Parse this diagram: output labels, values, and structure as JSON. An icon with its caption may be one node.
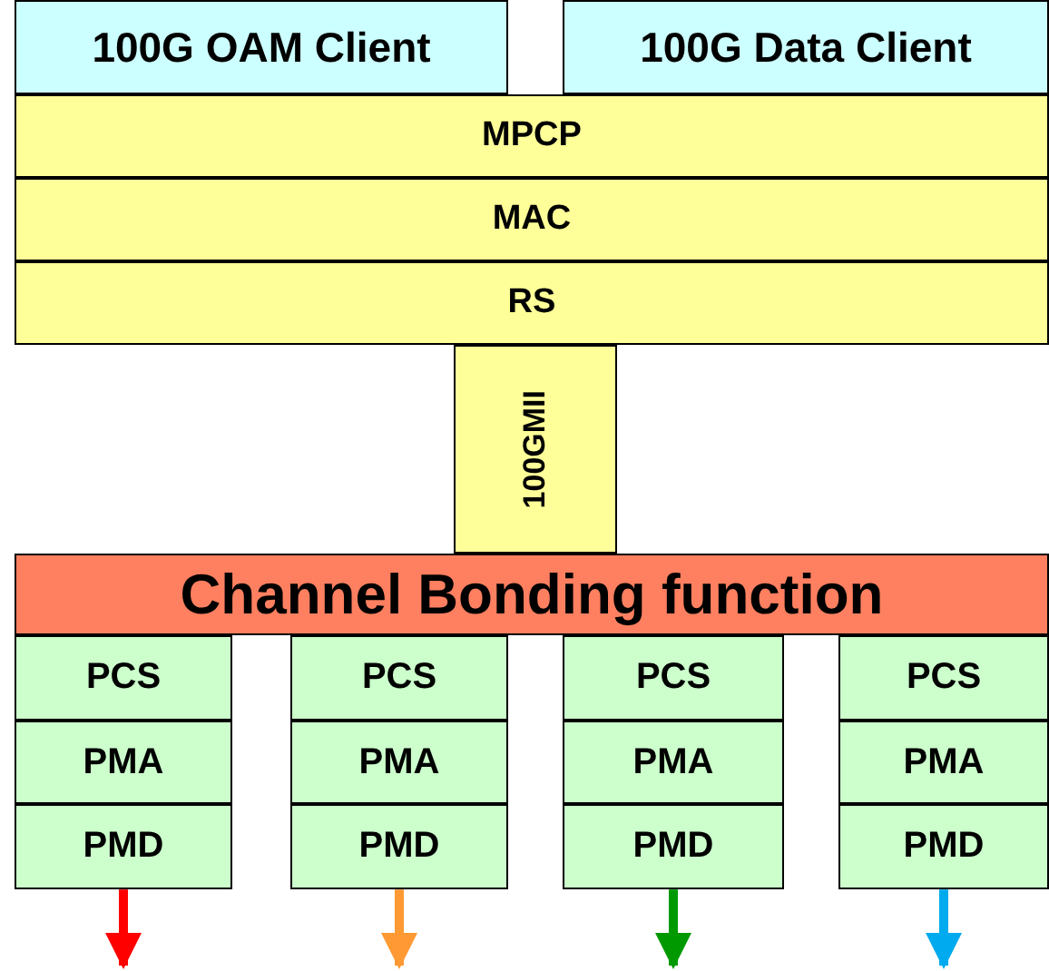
{
  "diagram": {
    "nodes": [
      {
        "text": [
          "100G OAM Client"
        ]
      },
      {
        "text": [
          "100G Data Client"
        ]
      },
      {
        "text": [
          "MPCP"
        ]
      },
      {
        "text": [
          "MAC"
        ]
      },
      {
        "text": [
          "RS"
        ]
      },
      {
        "text": [
          "100GMII"
        ]
      },
      {
        "text": [
          "Channel Bonding function"
        ]
      },
      {
        "text": [
          "PCS"
        ]
      },
      {
        "text": [
          "PMA"
        ]
      },
      {
        "text": [
          "PMD"
        ]
      },
      {
        "text": [
          "PCS"
        ]
      },
      {
        "text": [
          "PMA"
        ]
      },
      {
        "text": [
          "PMD"
        ]
      },
      {
        "text": [
          "PCS"
        ]
      },
      {
        "text": [
          "PMA"
        ]
      },
      {
        "text": [
          "PMD"
        ]
      },
      {
        "text": [
          "PCS"
        ]
      },
      {
        "text": [
          "PMA"
        ]
      },
      {
        "text": [
          "PMD"
        ]
      }
    ],
    "edges": [
      {
        "from": 9,
        "to": null,
        "arrow": "to",
        "color": "#ff0000"
      },
      {
        "from": 12,
        "to": null,
        "arrow": "to",
        "color": "#ff9933"
      },
      {
        "from": 15,
        "to": null,
        "arrow": "to",
        "color": "#009900"
      },
      {
        "from": 18,
        "to": null,
        "arrow": "to",
        "color": "#00aaee"
      }
    ]
  }
}
